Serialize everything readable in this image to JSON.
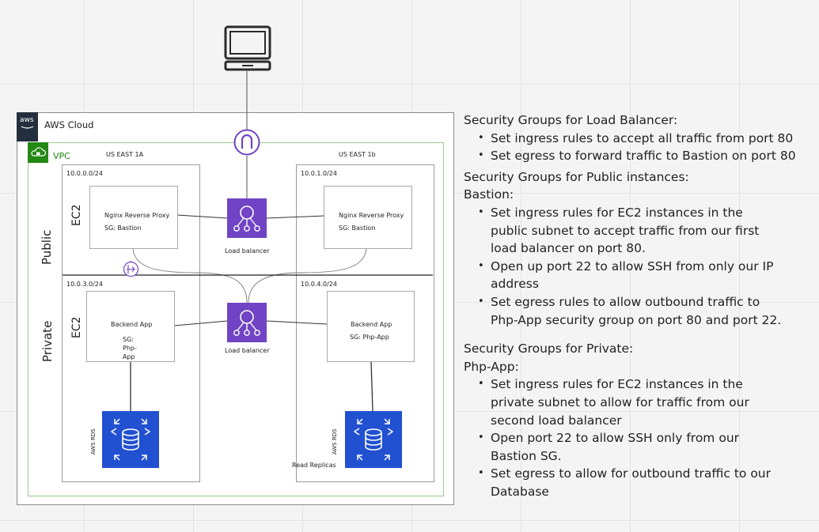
{
  "diagram": {
    "cloud_label": "AWS Cloud",
    "aws_logo_text": "aws",
    "vpc_label": "VPC",
    "az_left": "US EAST 1A",
    "az_right": "US EAST 1b",
    "subnet_tl": "10.0.0.0/24",
    "subnet_tr": "10.0.1.0/24",
    "subnet_bl": "10.0.3.0/24",
    "subnet_br": "10.0.4.0/24",
    "row_public": "Public",
    "row_private": "Private",
    "ec2_top": "EC2",
    "ec2_bottom": "EC2",
    "proxy_left_title": "Nginx Reverse Proxy",
    "proxy_left_sg": "SG: Bastion",
    "proxy_right_title": "Nginx Reverse Proxy",
    "proxy_right_sg": "SG: Bastion",
    "backend_left_title": "Backend App",
    "backend_left_sg1": "SG:",
    "backend_left_sg2": "Php-",
    "backend_left_sg3": "App",
    "backend_right_title": "Backend App",
    "backend_right_sg": "SG: Php-App",
    "lb_top_label": "Load balancer",
    "lb_bottom_label": "Load balancer",
    "rds_left_label": "AWS RDS",
    "rds_right_label": "AWS RDS",
    "read_replicas": "Read Replicas"
  },
  "notes": {
    "lb_heading": "Security Groups for Load Balancer:",
    "lb_items": [
      "Set ingress rules to accept all traffic from port 80",
      "Set egress to forward traffic to Bastion on port 80"
    ],
    "public_heading": "Security Groups for Public instances:",
    "bastion_heading": "Bastion:",
    "bastion_items": [
      "Set ingress rules for EC2 instances in the public subnet to accept traffic from our first load balancer on port 80.",
      "Open up port 22 to allow SSH from only our IP address",
      "Set egress rules to allow outbound traffic to Php-App security group on port 80 and port 22."
    ],
    "private_heading": "Security Groups for Private:",
    "phpapp_heading": "Php-App:",
    "phpapp_items": [
      "Set ingress rules for EC2 instances in the private subnet to allow for traffic from our second load balancer",
      "Open port 22 to allow SSH only from our Bastion SG.",
      "Set egress to allow for outbound traffic to our Database"
    ]
  }
}
